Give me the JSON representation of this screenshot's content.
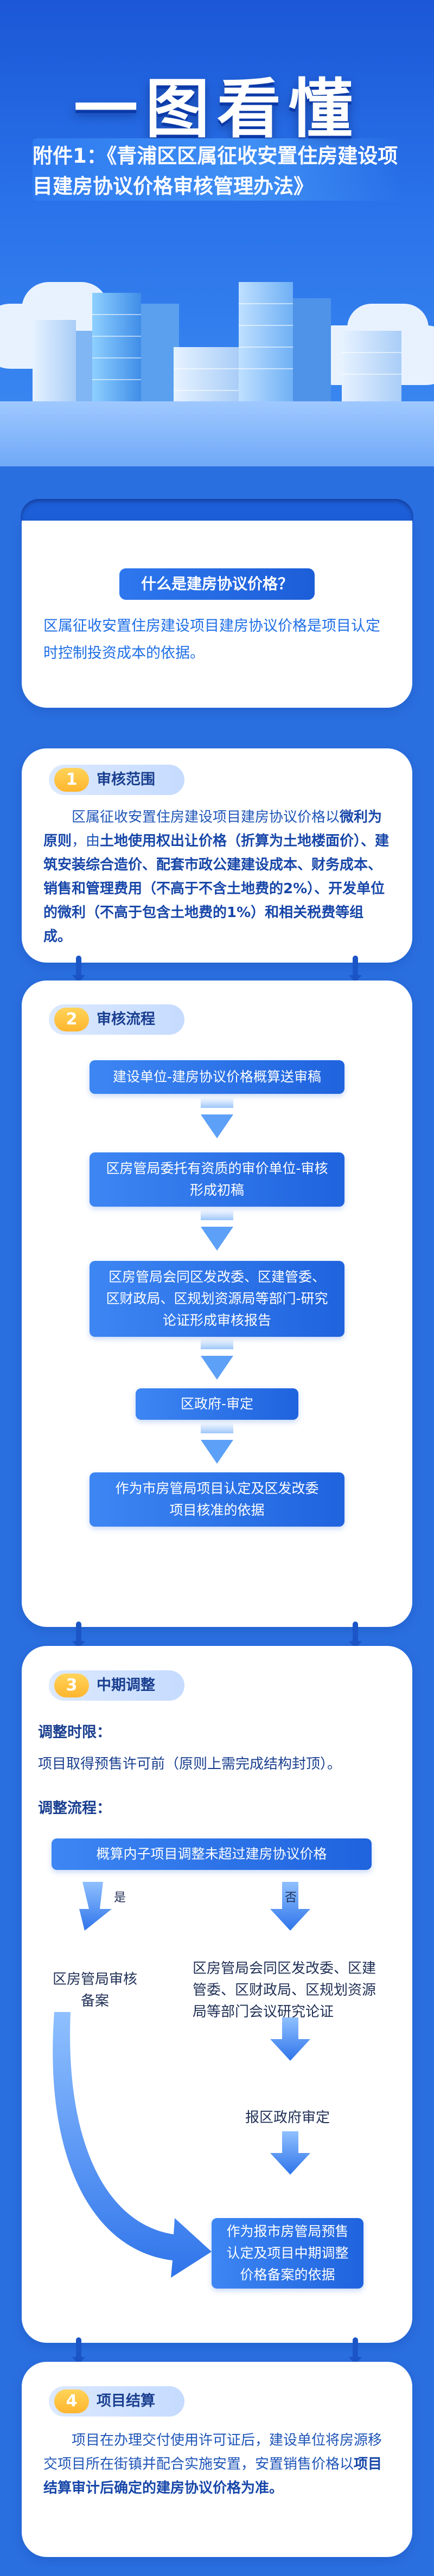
{
  "hero": {
    "title": "一图看懂",
    "subtitle": "附件1：《青浦区区属征收安置住房建设项目建房协议价格审核管理办法》"
  },
  "intro": {
    "question": "什么是建房协议价格？",
    "answer": "区属征收安置住房建设项目建房协议价格是项目认定时控制投资成本的依据。"
  },
  "section1": {
    "num": "1",
    "label": "审核范围",
    "text_a": "区属征收安置住房建设项目建房协议价格以",
    "text_hl1": "微利为原则",
    "text_b": "，由",
    "text_hl2": "土地使用权出让价格（折算为土地楼面价）、建筑安装综合造价、配套市政公建建设成本、财务成本、销售和管理费用（不高于不含土地费的2%）、开发单位的微利（不高于包含土地费的1%）和相关税费等组成。",
    "text_c": ""
  },
  "section2": {
    "num": "2",
    "label": "审核流程",
    "steps": [
      "建设单位-建房协议价格概算送审稿",
      "区房管局委托有资质的审价单位-审核形成初稿",
      "区房管局会同区发改委、区建管委、区财政局、区规划资源局等部门-研究论证形成审核报告",
      "区政府-审定",
      "作为市房管局项目认定及区发改委项目核准的依据"
    ]
  },
  "section3": {
    "num": "3",
    "label": "中期调整",
    "time_title": "调整时限：",
    "time_text": "项目取得预售许可前（原则上需完成结构封顶）。",
    "flow_title": "调整流程：",
    "check": "概算内子项目调整未超过建房协议价格",
    "yes": "是",
    "no": "否",
    "left_result": "区房管局审核备案",
    "right_step": "区房管局会同区发改委、区建管委、区财政局、区规划资源局等部门会议研究论证",
    "right_step2": "报区政府审定",
    "final": "作为报市房管局预售认定及项目中期调整价格备案的依据"
  },
  "section4": {
    "num": "4",
    "label": "项目结算",
    "text_a": "项目在办理交付使用许可证后，建设单位将房源移交项目所在街镇并配合实施安置，安置销售价格以",
    "text_hl": "项目结算审计后确定的建房协议价格为准。"
  }
}
